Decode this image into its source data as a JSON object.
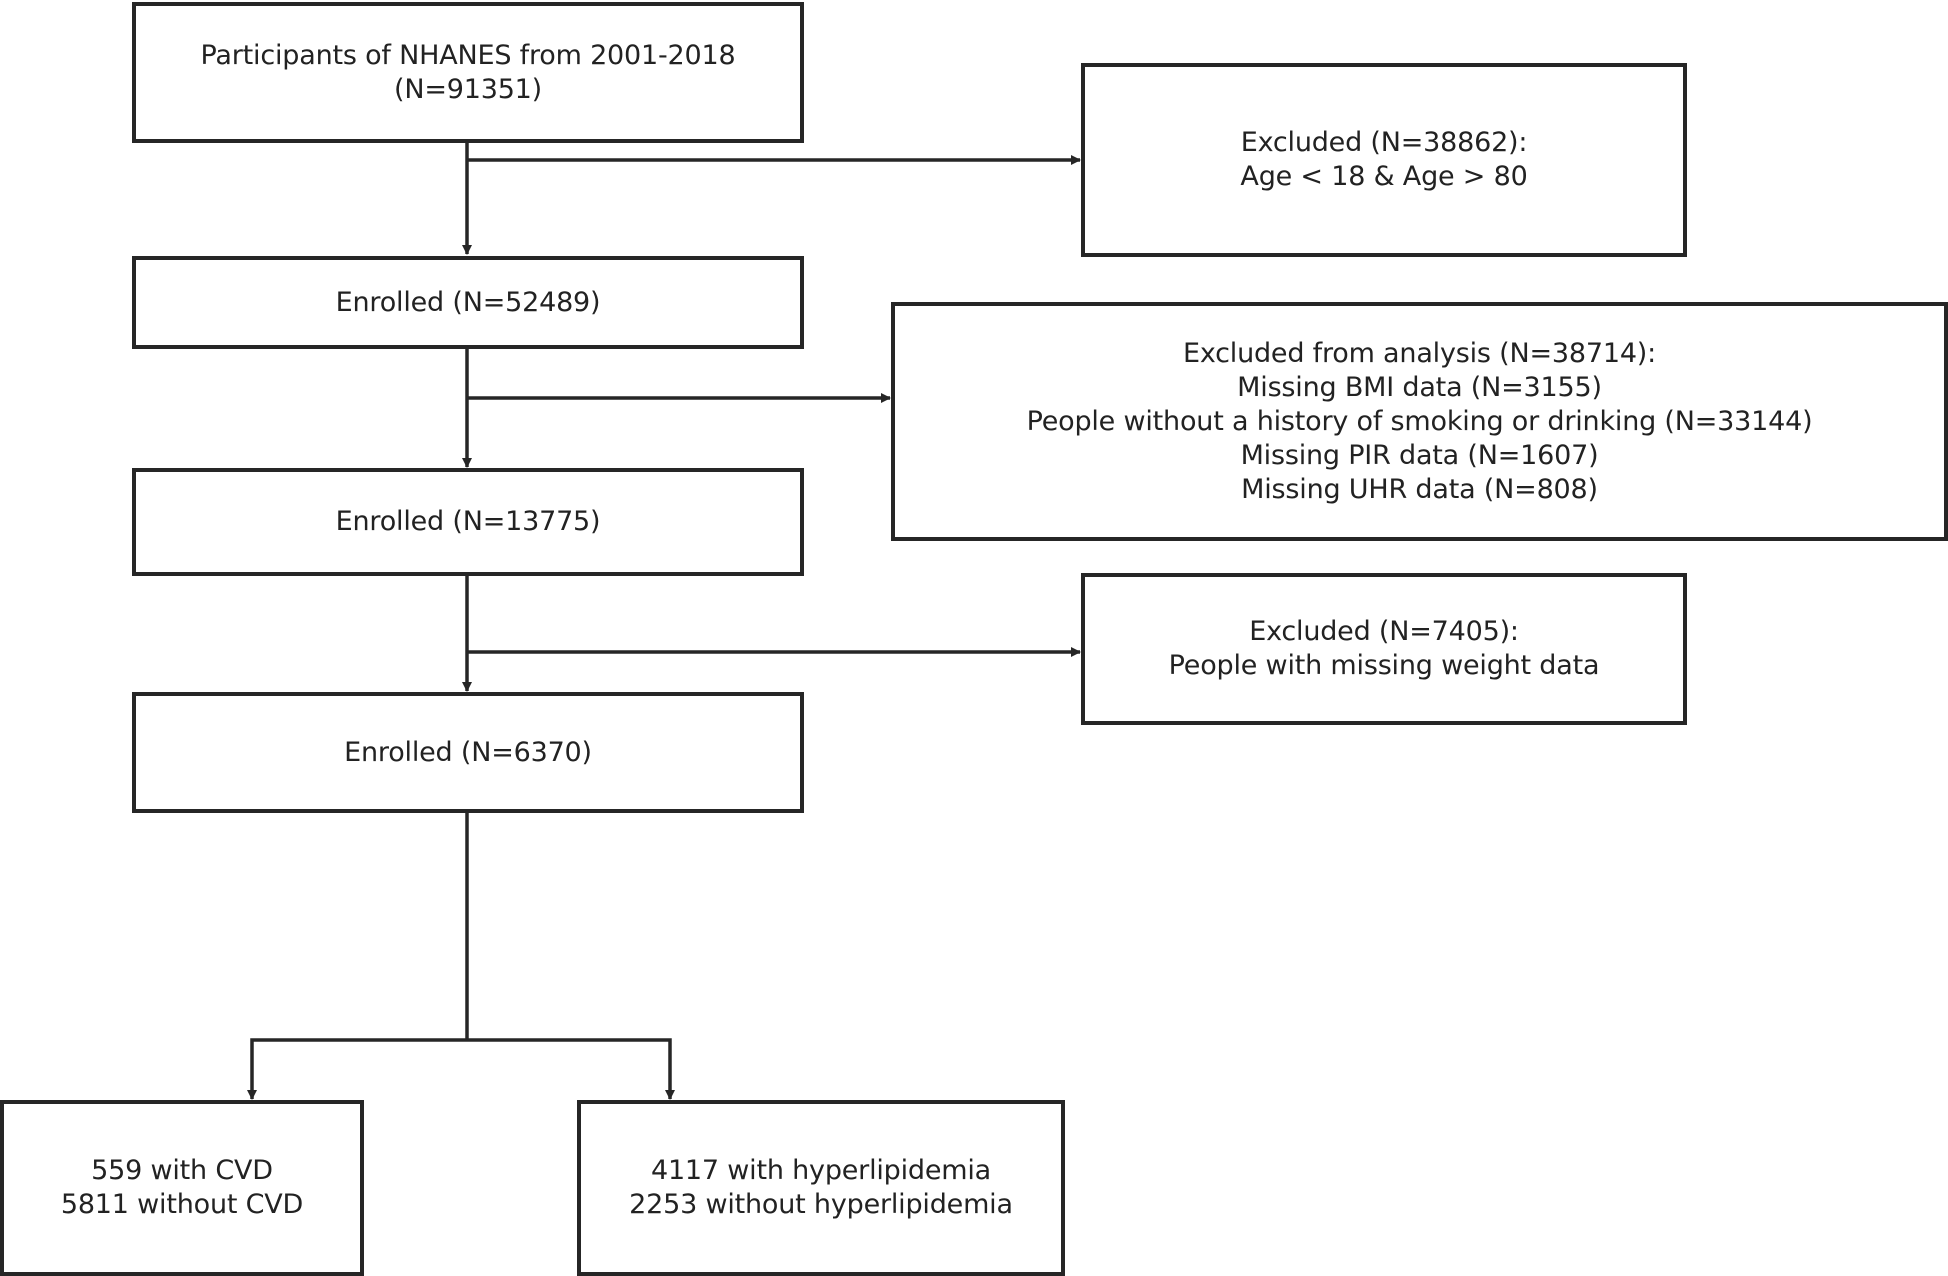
{
  "flowchart": {
    "participants": [
      "Participants of NHANES from 2001-2018",
      "(N=91351)"
    ],
    "excluded_age": [
      "Excluded (N=38862):",
      "Age < 18 & Age > 80"
    ],
    "enrolled_1": [
      "Enrolled (N=52489)"
    ],
    "excluded_analysis": [
      "Excluded from analysis (N=38714):",
      "Missing BMI data (N=3155)",
      "People without a history of smoking or drinking (N=33144)",
      "Missing PIR data (N=1607)",
      "Missing UHR data (N=808)"
    ],
    "enrolled_2": [
      "Enrolled (N=13775)"
    ],
    "excluded_weight": [
      "Excluded (N=7405):",
      "People with missing weight data"
    ],
    "enrolled_3": [
      "Enrolled (N=6370)"
    ],
    "cvd": [
      "559 with CVD",
      "5811 without CVD"
    ],
    "hyperlipidemia": [
      "4117 with hyperlipidemia",
      "2253 without hyperlipidemia"
    ]
  }
}
